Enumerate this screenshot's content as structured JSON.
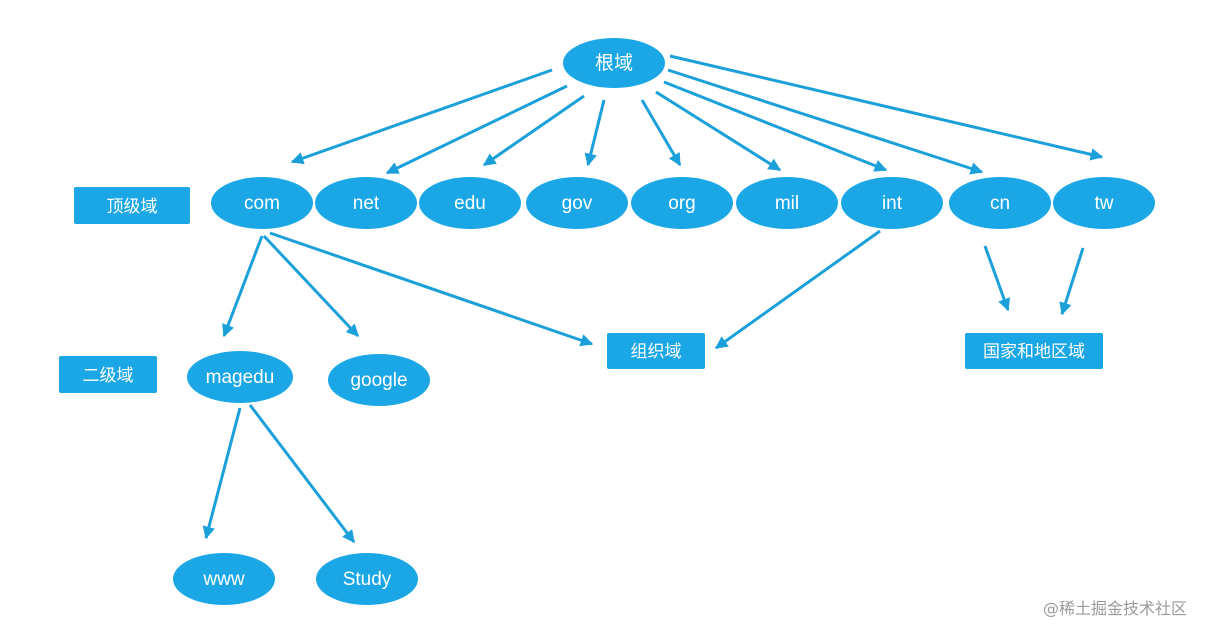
{
  "diagram": {
    "root": "根域",
    "top_level_label": "顶级域",
    "top_level_domains": [
      "com",
      "net",
      "edu",
      "gov",
      "org",
      "mil",
      "int",
      "cn",
      "tw"
    ],
    "second_level_label": "二级域",
    "second_level_domains": [
      "magedu",
      "google"
    ],
    "hosts": [
      "www",
      "Study"
    ],
    "org_domain_label": "组织域",
    "country_domain_label": "国家和地区域"
  },
  "watermark": "@稀土掘金技术社区",
  "colors": {
    "node_fill": "#1ba7e6",
    "arrow": "#1ba0da",
    "text": "#ffffff"
  }
}
